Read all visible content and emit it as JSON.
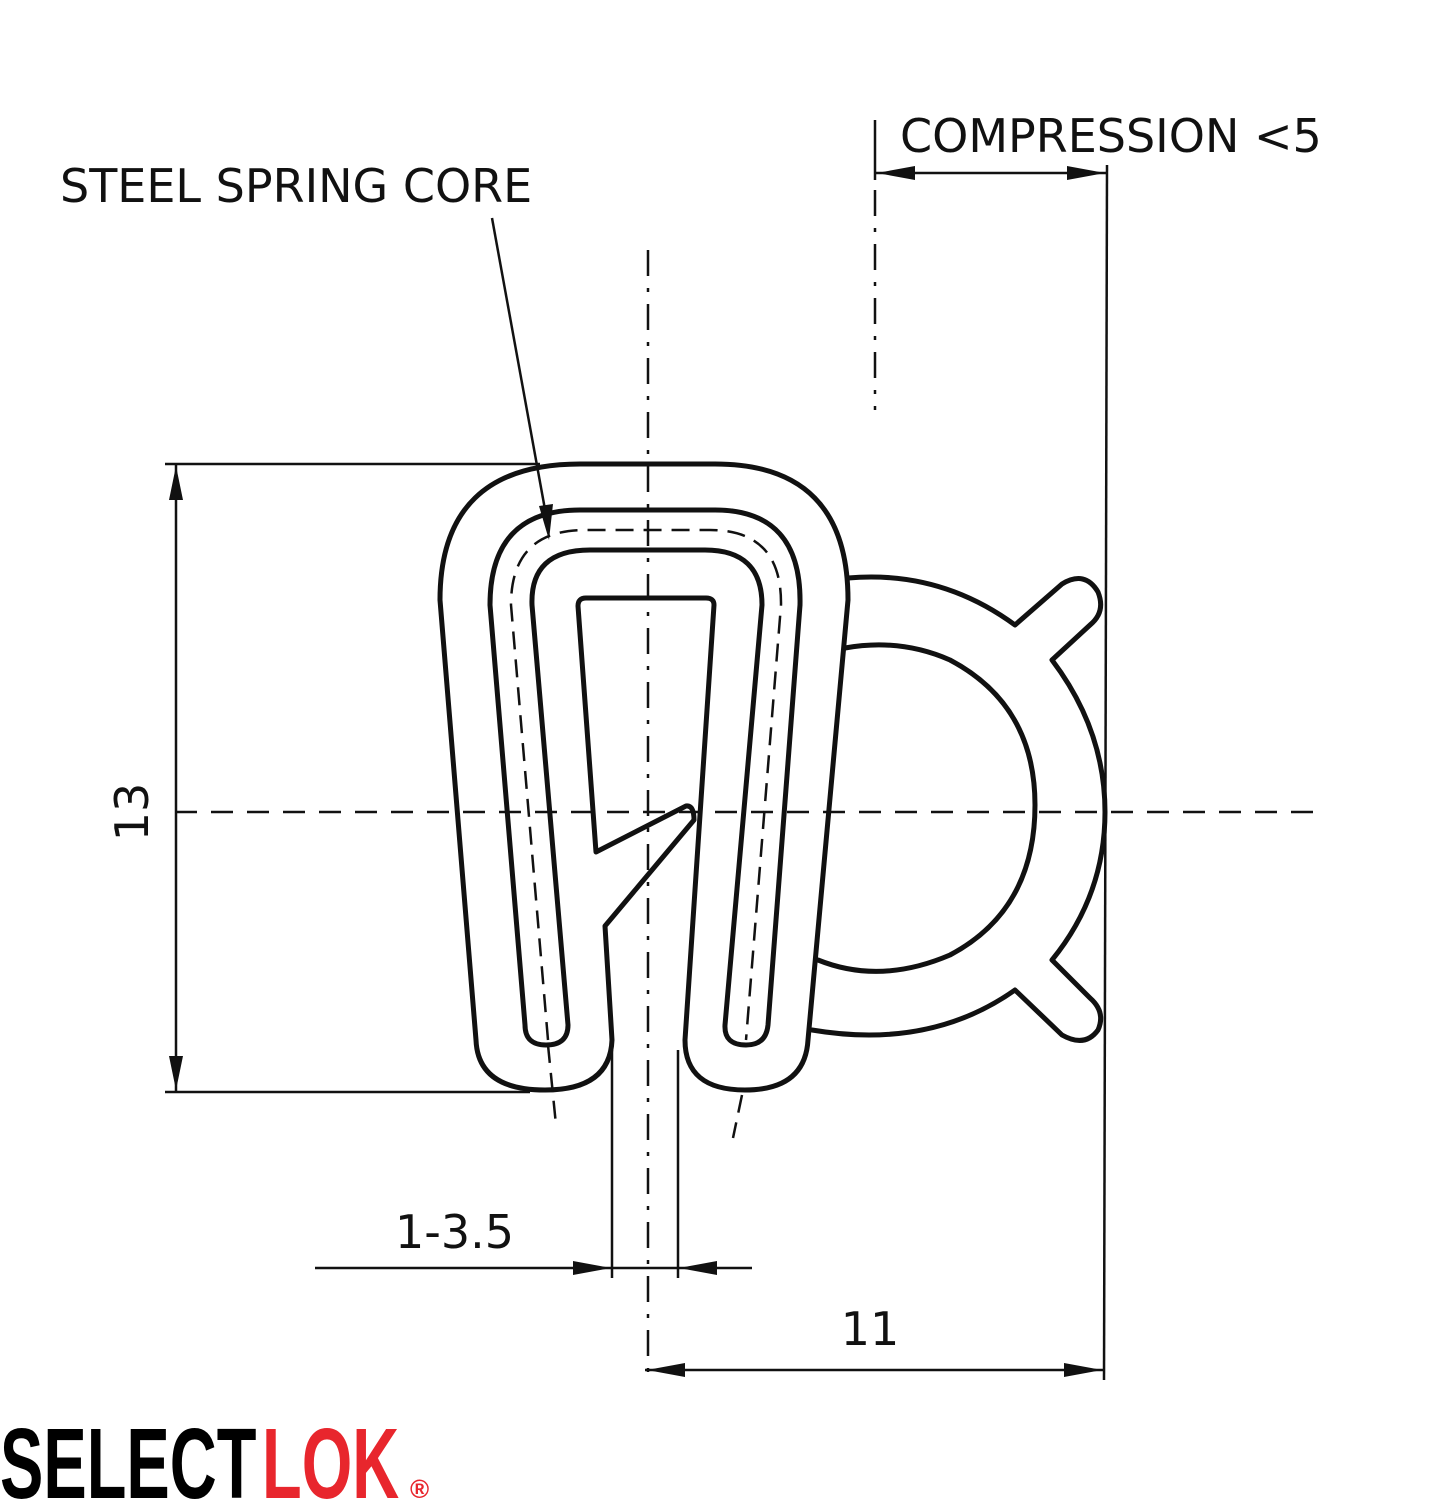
{
  "labels": {
    "steel_spring_core": "STEEL SPRING CORE",
    "compression": "COMPRESSION <5",
    "height": "13",
    "grip_range": "1-3.5",
    "width": "11"
  },
  "logo": {
    "part1": "SELECT",
    "part2": "LOK",
    "registered": "®",
    "color_dark": "#000000",
    "color_accent": "#e8262d"
  }
}
